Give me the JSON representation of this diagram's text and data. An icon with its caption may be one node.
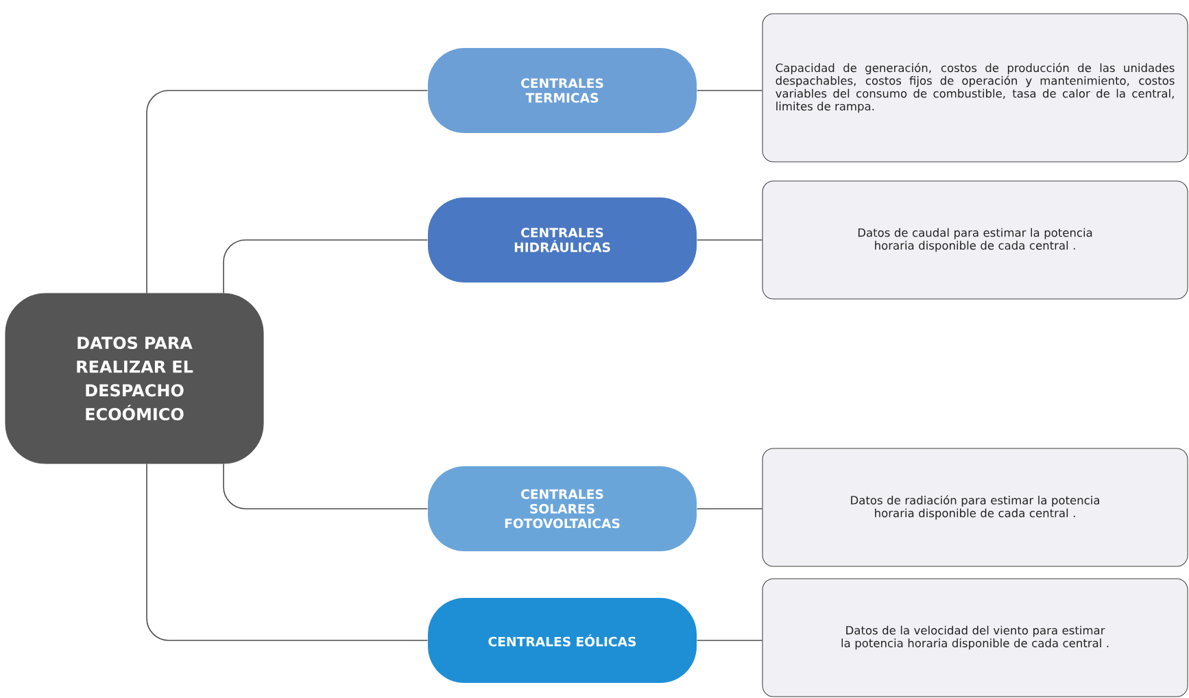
{
  "diagram": {
    "nodes": [
      {
        "text": [
          "DATOS PARA REALIZAR EL DESPACHO ECOÓMICO"
        ]
      },
      {
        "text": [
          "CENTRALES TERMICAS"
        ]
      },
      {
        "text": [
          "CENTRALES HIDRÁULICAS"
        ]
      },
      {
        "text": [
          "CENTRALES SOLARES FOTOVOLTAICAS"
        ]
      },
      {
        "text": [
          "CENTRALES EÓLICAS"
        ]
      },
      {
        "text": [
          "Capacidad de generación, costos de producción de las unidades despachables, costos fijos de operación y mantenimiento, costos variables del consumo de combustible, tasa de calor de la central, limites de rampa."
        ]
      },
      {
        "text": [
          "Datos de caudal para estimar la potencia horaria disponible de cada central ."
        ]
      },
      {
        "text": [
          "Datos de radiación para estimar la potencia horaria disponible de cada central ."
        ]
      },
      {
        "text": [
          "Datos de la velocidad del viento para estimar la potencia horaria disponible de cada central ."
        ]
      }
    ],
    "edges": [
      {
        "from": 0,
        "to": 1,
        "arrow": "none"
      },
      {
        "from": 0,
        "to": 2,
        "arrow": "none"
      },
      {
        "from": 0,
        "to": 3,
        "arrow": "none"
      },
      {
        "from": 0,
        "to": 4,
        "arrow": "none"
      },
      {
        "from": 1,
        "to": 5,
        "arrow": "none"
      },
      {
        "from": 2,
        "to": 6,
        "arrow": "none"
      },
      {
        "from": 3,
        "to": 7,
        "arrow": "none"
      },
      {
        "from": 4,
        "to": 8,
        "arrow": "none"
      }
    ]
  }
}
